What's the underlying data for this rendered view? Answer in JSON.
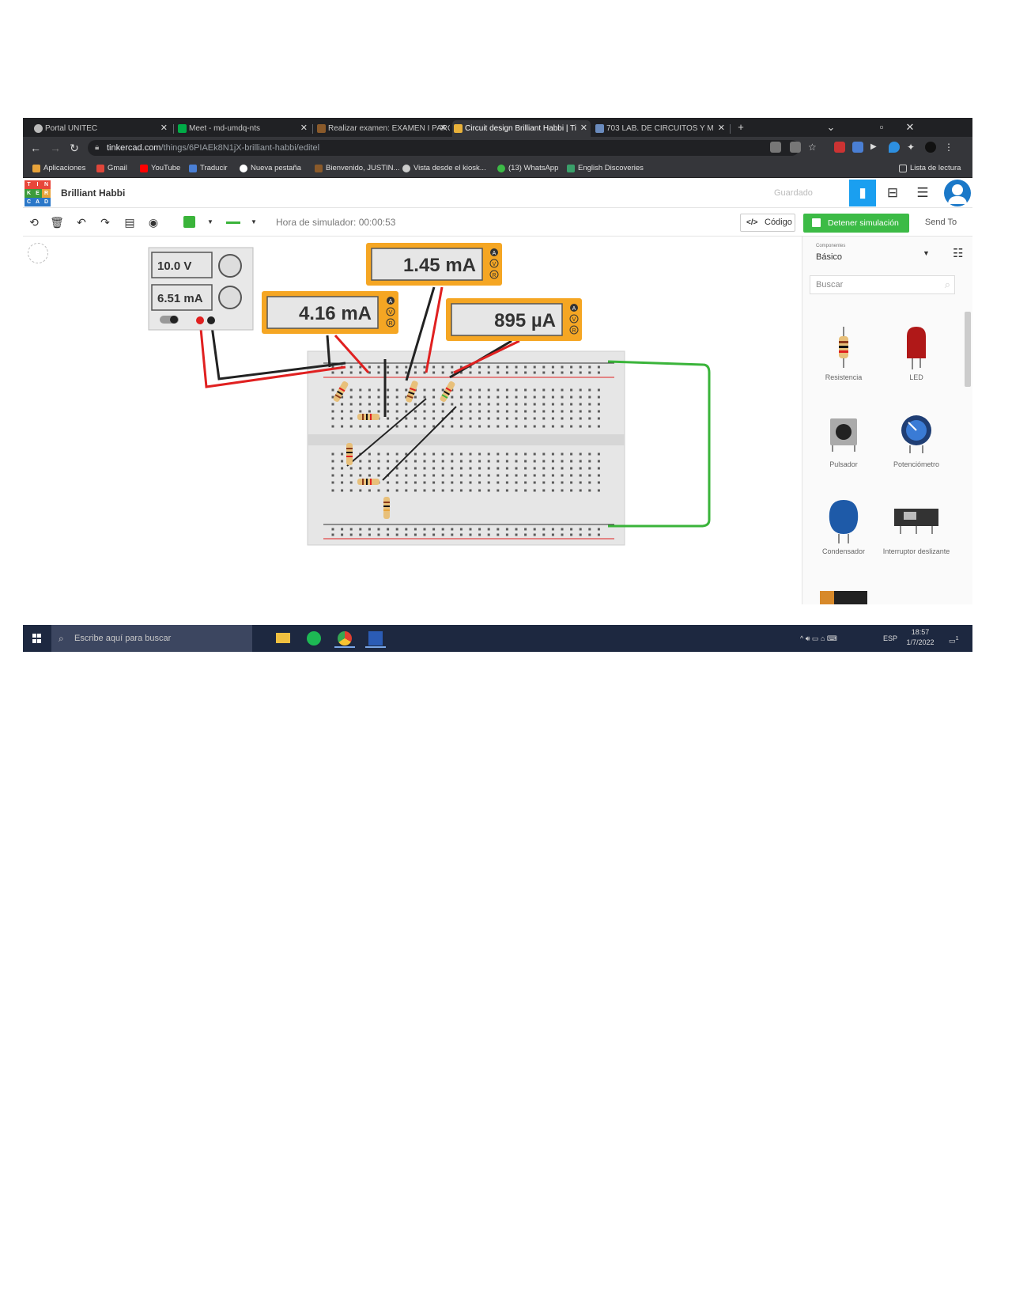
{
  "browser": {
    "tabs": [
      {
        "title": "Portal UNITEC"
      },
      {
        "title": "Meet - md-umdq-nts"
      },
      {
        "title": "Realizar examen: EXAMEN I PARC"
      },
      {
        "title": "Circuit design Brilliant Habbi | Ti"
      },
      {
        "title": "703 LAB. DE CIRCUITOS Y M"
      }
    ],
    "new_tab": "+",
    "url_host": "tinkercad.com",
    "url_path": "/things/6PIAEk8N1jX-brilliant-habbi/editel",
    "bookmarks": [
      {
        "label": "Aplicaciones"
      },
      {
        "label": "Gmail"
      },
      {
        "label": "YouTube"
      },
      {
        "label": "Traducir"
      },
      {
        "label": "Nueva pestaña"
      },
      {
        "label": "Bienvenido, JUSTIN..."
      },
      {
        "label": "Vista desde el kiosk..."
      },
      {
        "label": "(13) WhatsApp"
      },
      {
        "label": "English Discoveries"
      }
    ],
    "reading_list": "Lista de lectura"
  },
  "app": {
    "logo_letters": [
      "T",
      "I",
      "N",
      "K",
      "E",
      "R",
      "C",
      "A",
      "D"
    ],
    "project_name": "Brilliant Habbi",
    "saved_status": "Guardado",
    "sim_time_label": "Hora de simulador: 00:00:53",
    "code_label": "Código",
    "stop_label": "Detener simulación",
    "send_label": "Send To"
  },
  "circuit": {
    "power_supply": {
      "voltage": "10.0 V",
      "current": "6.51 mA"
    },
    "meters": [
      {
        "reading": "4.16 mA"
      },
      {
        "reading": "1.45 mA"
      },
      {
        "reading": "895 µA"
      }
    ],
    "meter_modes": [
      "A",
      "V",
      "R"
    ]
  },
  "panel": {
    "components_label": "Componentes",
    "components_value": "Básico",
    "search_placeholder": "Buscar",
    "items": [
      {
        "label": "Resistencia"
      },
      {
        "label": "LED"
      },
      {
        "label": "Pulsador"
      },
      {
        "label": "Potenciómetro"
      },
      {
        "label": "Condensador"
      },
      {
        "label": "Interruptor deslizante"
      }
    ]
  },
  "taskbar": {
    "search_placeholder": "Escribe aquí para buscar",
    "lang": "ESP",
    "time": "18:57",
    "date": "1/7/2022",
    "notif_count": "1"
  },
  "colors": {
    "accent_blue": "#1a9ff0",
    "sim_green": "#3cbb46",
    "meter_orange": "#f5a623",
    "wire_red": "#e02020",
    "wire_black": "#222222",
    "wire_green": "#3ab43a"
  }
}
